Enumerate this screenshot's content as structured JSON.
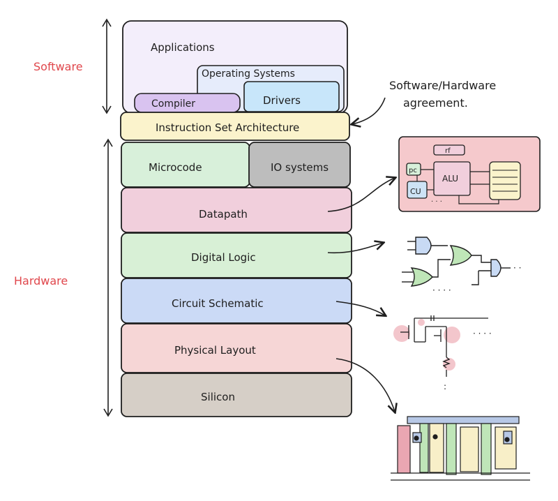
{
  "side_labels": {
    "software": "Software",
    "hardware": "Hardware"
  },
  "layers": {
    "applications": "Applications",
    "operating_systems": "Operating Systems",
    "compiler": "Compiler",
    "drivers": "Drivers",
    "isa": "Instruction Set Architecture",
    "microcode": "Microcode",
    "io_systems": "IO systems",
    "datapath": "Datapath",
    "digital_logic": "Digital Logic",
    "circuit_schematic": "Circuit Schematic",
    "physical_layout": "Physical Layout",
    "silicon": "Silicon"
  },
  "annotation": {
    "line1": "Software/Hardware",
    "line2": "agreement."
  },
  "datapath_sketch": {
    "rf": "rf",
    "pc": "pc",
    "cu": "CU",
    "alu": "ALU"
  },
  "colors": {
    "software_label": "#e0474c",
    "hardware_label": "#e0474c",
    "applications": "#f3eefb",
    "operating_systems": "#e6ecfb",
    "compiler": "#d9c3f0",
    "drivers": "#c8e6fa",
    "isa": "#fbf3cc",
    "microcode": "#d8f0da",
    "io_systems": "#bdbdbd",
    "datapath": "#f1cfdc",
    "digital_logic": "#d8f0d6",
    "circuit_schematic": "#cbdaf6",
    "physical_layout": "#f6d6d6",
    "silicon": "#d6cfc7"
  }
}
